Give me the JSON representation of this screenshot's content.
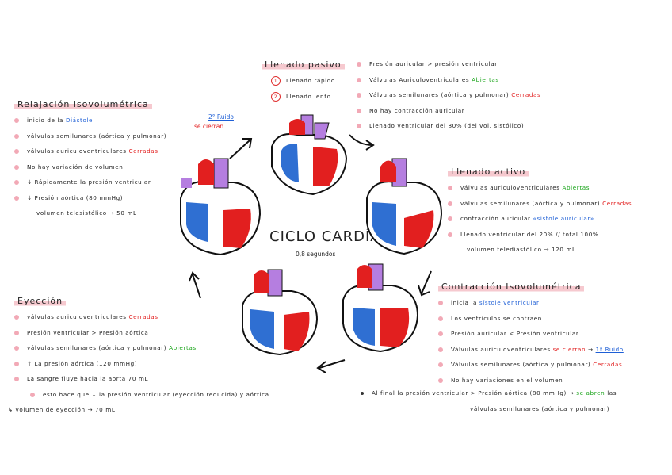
{
  "center": {
    "title": "CICLO CARDÍACO",
    "subtitle": "0,8 segundos"
  },
  "llenado_pasivo": {
    "title": "Llenado pasivo",
    "items": [
      {
        "num": "1",
        "text": "Llenado rápido"
      },
      {
        "num": "2",
        "text": "Llenado lento"
      }
    ],
    "details": [
      "Presión auricular > presión ventricular",
      "Válvulas Auriculoventriculares",
      "Abiertas",
      "Válvulas semilunares (aórtica y pulmonar)",
      "Cerradas",
      "No hay contracción auricular",
      "Llenado ventricular del 80% (del vol. sistólico)"
    ]
  },
  "llenado_activo": {
    "title": "Llenado activo",
    "r1": "válvulas auriculoventriculares",
    "r1b": "Abiertas",
    "r2": "válvulas semilunares (aórtica y pulmonar)",
    "r2b": "Cerradas",
    "r3": "contracción auricular",
    "r3b": "«sístole auricular»",
    "r4": "Llenado ventricular del 20% // total 100%",
    "r5": "volumen telediastólico → 120 mL"
  },
  "contraccion": {
    "title": "Contracción Isovolumétrica",
    "r1": "inicia la",
    "r1b": "sístole ventricular",
    "r2": "Los ventrículos se contraen",
    "r3": "Presión auricular < Presión ventricular",
    "r4": "Válvulas auriculoventriculares",
    "r4b": "se cierran",
    "r4c": "→",
    "r4d": "1ª Ruido",
    "r5": "Válvulas semilunares (aórtica y pulmonar)",
    "r5b": "Cerradas",
    "r6": "No hay variaciones en el volumen",
    "r7": "Al final la presión ventricular > Presión aórtica (80 mmHg) →",
    "r7b": "se abren",
    "r7c": "las",
    "r8": "válvulas semilunares (aórtica y pulmonar)"
  },
  "eyeccion": {
    "title": "Eyección",
    "r1": "válvulas auriculoventriculares",
    "r1b": "Cerradas",
    "r2": "Presión ventricular > Presión aórtica",
    "r3": "válvulas semilunares (aórtica y pulmonar)",
    "r3b": "Abiertas",
    "r4": "↑ La presión aórtica (120 mmHg)",
    "r5": "La sangre fluye hacia la aorta 70 mL",
    "r6": "esto hace que ↓ la presión ventricular (eyección reducida) y aórtica",
    "r7": "↳ volumen de eyección → 70 mL"
  },
  "relajacion": {
    "title": "Relajación isovolumétrica",
    "r1": "inicio de la",
    "r1b": "Diástole",
    "r2": "válvulas semilunares (aórtica y pulmonar)",
    "r3": "válvulas auriculoventriculares",
    "r3b": "Cerradas",
    "r4": "No hay variación de volumen",
    "r5": "↓ Rápidamente la presión ventricular",
    "r6": "↓ Presión aórtica (80 mmHg)",
    "r7": "volumen telesistólico → 50 mL",
    "note_sup": "2° Ruido",
    "note_red": "se cierran"
  },
  "colors": {
    "red": "#e21f1f",
    "blue": "#1e5fd6",
    "purple": "#b57ee0",
    "pink": "#f2a9b6",
    "green": "#17a317"
  }
}
